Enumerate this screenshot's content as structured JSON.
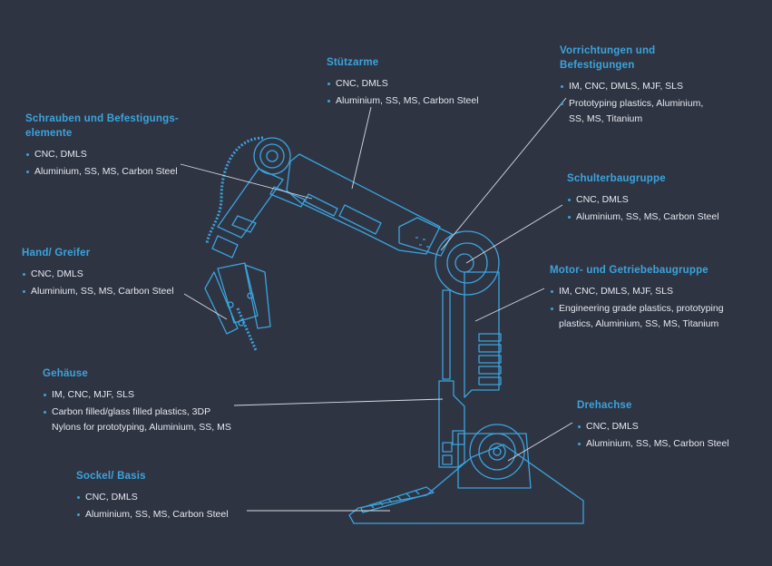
{
  "colors": {
    "background": "#2f3443",
    "accent": "#3ba4dc",
    "line": "#d8dbe3",
    "text": "#e6e8ee"
  },
  "callouts": {
    "stuetzarme": {
      "title": "Stützarme",
      "items": [
        "CNC, DMLS",
        "Aluminium, SS, MS, Carbon Steel"
      ]
    },
    "vorrichtungen": {
      "title": "Vorrichtungen und Befestigungen",
      "items": [
        "IM, CNC, DMLS, MJF, SLS",
        "Prototyping plastics, Aluminium, SS, MS, Titanium"
      ]
    },
    "schrauben": {
      "title": "Schrauben und Befestigungs-elemente",
      "items": [
        "CNC, DMLS",
        "Aluminium, SS, MS, Carbon Steel"
      ]
    },
    "schulter": {
      "title": "Schulterbaugruppe",
      "items": [
        "CNC, DMLS",
        "Aluminium, SS, MS, Carbon Steel"
      ]
    },
    "hand": {
      "title": "Hand/ Greifer",
      "items": [
        "CNC, DMLS",
        "Aluminium, SS, MS, Carbon Steel"
      ]
    },
    "motor": {
      "title": "Motor- und Getriebebaugruppe",
      "items": [
        "IM, CNC, DMLS, MJF, SLS",
        "Engineering grade plastics, prototyping plastics, Aluminium, SS, MS, Titanium"
      ]
    },
    "gehaeuse": {
      "title": "Gehäuse",
      "items": [
        "IM, CNC, MJF, SLS",
        "Carbon filled/glass filled plastics, 3DP Nylons for prototyping, Aluminium, SS, MS"
      ]
    },
    "drehachse": {
      "title": "Drehachse",
      "items": [
        "CNC, DMLS",
        "Aluminium, SS, MS, Carbon Steel"
      ]
    },
    "sockel": {
      "title": "Sockel/ Basis",
      "items": [
        "CNC, DMLS",
        "Aluminium, SS, MS, Carbon Steel"
      ]
    }
  }
}
